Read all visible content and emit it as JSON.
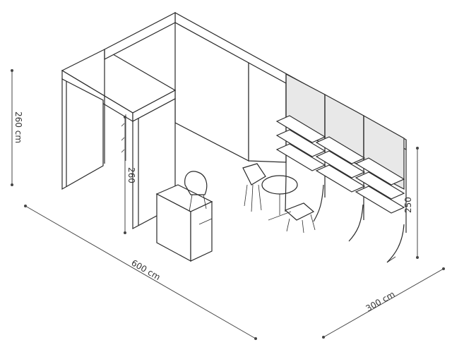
{
  "dimensions": {
    "booth_height": "260 cm",
    "storage_height": "260",
    "wall_panel_height": "250",
    "length": "600 cm",
    "depth": "300 cm"
  },
  "colors": {
    "line": "#2a2a2a",
    "panel_fill": "#ffffff",
    "shade_fill": "#e8e8e8"
  }
}
